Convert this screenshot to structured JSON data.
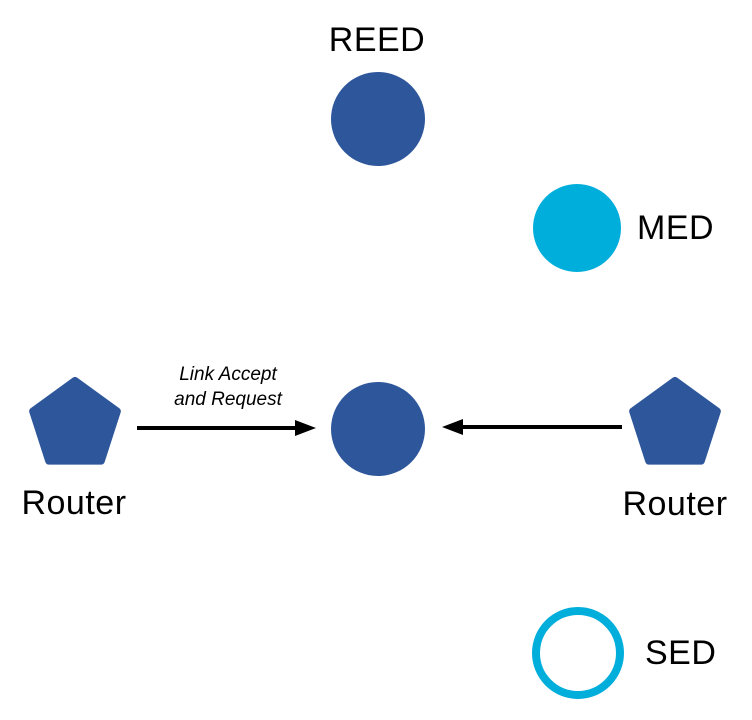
{
  "diagram": {
    "type": "network-topology",
    "colors": {
      "node_blue": "#2E569B",
      "node_cyan": "#00AEDB",
      "arrow_black": "#000000",
      "label_black": "#000000",
      "background": "#FFFFFF"
    },
    "nodes": {
      "reed": {
        "label": "REED",
        "shape": "circle",
        "fill_style": "solid-blue"
      },
      "med": {
        "label": "MED",
        "shape": "circle",
        "fill_style": "solid-cyan"
      },
      "center": {
        "label": "",
        "shape": "circle",
        "fill_style": "solid-blue"
      },
      "router_left": {
        "label": "Router",
        "shape": "pentagon",
        "fill_style": "solid-blue"
      },
      "router_right": {
        "label": "Router",
        "shape": "pentagon",
        "fill_style": "solid-blue"
      },
      "sed": {
        "label": "SED",
        "shape": "circle",
        "fill_style": "outline-cyan"
      }
    },
    "annotation": {
      "text": "Link Accept\nand Request"
    }
  }
}
